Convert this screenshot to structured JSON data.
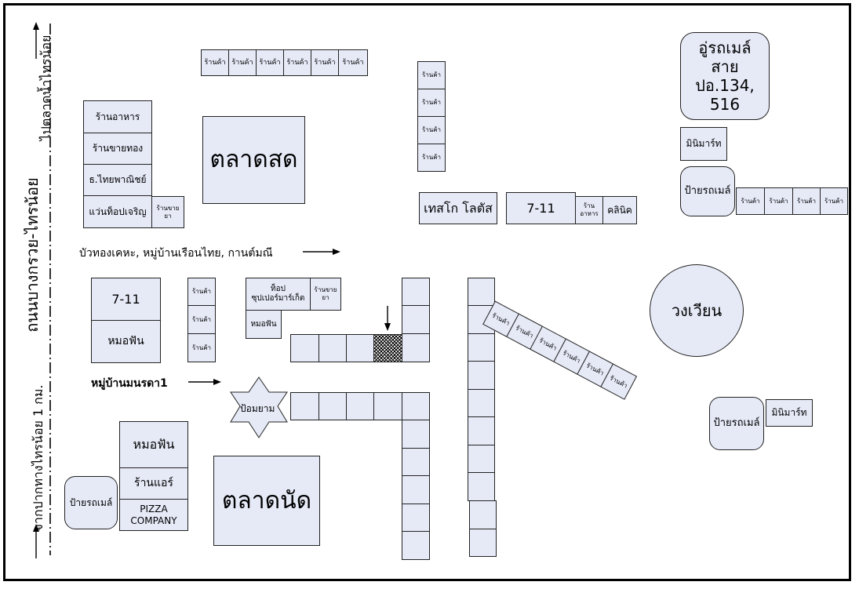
{
  "roads": {
    "left_main": "ถนนบางกรวย-ไทรน้อย",
    "to_market": "ไปตลาดน้ำไทรน้อย",
    "from_junction": "จากปากทางไทรน้อย 1 กม.",
    "middle_road": "บัวทองเคหะ, หมู่บ้านเรือนไทย, กานต์มณี",
    "village": "หมู่บ้านมนรดา1"
  },
  "places": {
    "shop": "ร้านค้า",
    "restaurant": "ร้านอาหาร",
    "gold_shop": "ร้านขายทอง",
    "bank": "ธ.ไทยพาณิชย์",
    "optical": "แว่นท็อปเจริญ",
    "pharmacy": "ร้านขายยา",
    "fresh_market": "ตลาดสด",
    "tesco": "เทสโก โลตัส",
    "seven_eleven": "7-11",
    "food_shop": "ร้านอาหาร",
    "clinic": "คลินิค",
    "bus_depot": "อู่รถเมล์สาย ปอ.134, 516",
    "minimart": "มินิมาร์ท",
    "bus_stop": "ป้ายรถเมล์",
    "dentist": "หมอฟัน",
    "tops": "ท็อป ซุปเปอร์มาร์เก็ต",
    "roundabout": "วงเวียน",
    "police_box": "ป้อมยาม",
    "aircon_shop": "ร้านแอร์",
    "pizza": "PIZZA COMPANY",
    "weekly_market": "ตลาดนัด"
  },
  "colors": {
    "fill": "#e6eaf7",
    "line": "#222222"
  }
}
